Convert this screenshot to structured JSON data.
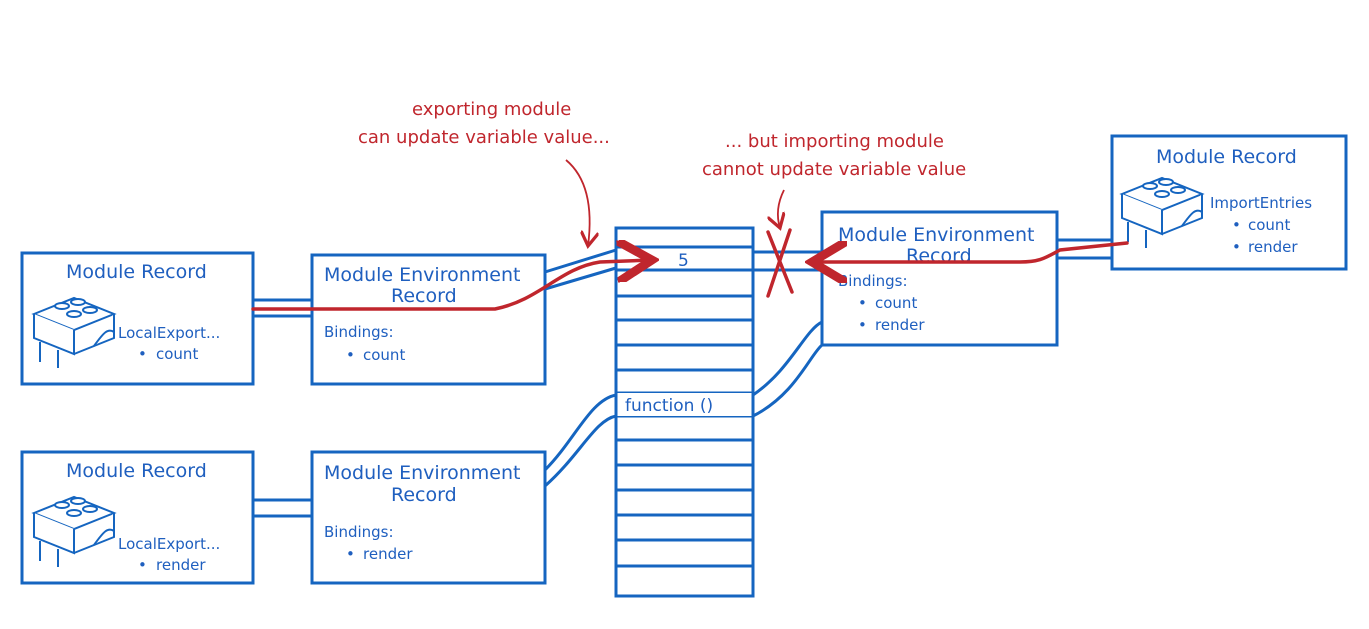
{
  "colors": {
    "box": "#1565c0",
    "text": "#1f5fbf",
    "annotation": "#c0262d"
  },
  "annotations": {
    "exporting_line1": "exporting module",
    "exporting_line2": "can update variable value...",
    "importing_line1": "... but importing module",
    "importing_line2": "cannot update variable value"
  },
  "export_module_1": {
    "title": "Module Record",
    "entries_label": "LocalExport...",
    "entries": [
      "count"
    ],
    "icon": "lego-brick-icon"
  },
  "export_env_1": {
    "title_line1": "Module Environment",
    "title_line2": "Record",
    "bindings_label": "Bindings:",
    "bindings": [
      "count"
    ]
  },
  "export_module_2": {
    "title": "Module Record",
    "entries_label": "LocalExport...",
    "entries": [
      "render"
    ],
    "icon": "lego-brick-icon"
  },
  "export_env_2": {
    "title_line1": "Module Environment",
    "title_line2": "Record",
    "bindings_label": "Bindings:",
    "bindings": [
      "render"
    ]
  },
  "memory": {
    "value_slot": "5",
    "function_slot": "function ()"
  },
  "import_env": {
    "title_line1": "Module Environment",
    "title_line2": "Record",
    "bindings_label": "Bindings:",
    "bindings": [
      "count",
      "render"
    ]
  },
  "import_module": {
    "title": "Module Record",
    "entries_label": "ImportEntries",
    "entries": [
      "count",
      "render"
    ],
    "icon": "lego-brick-icon"
  }
}
